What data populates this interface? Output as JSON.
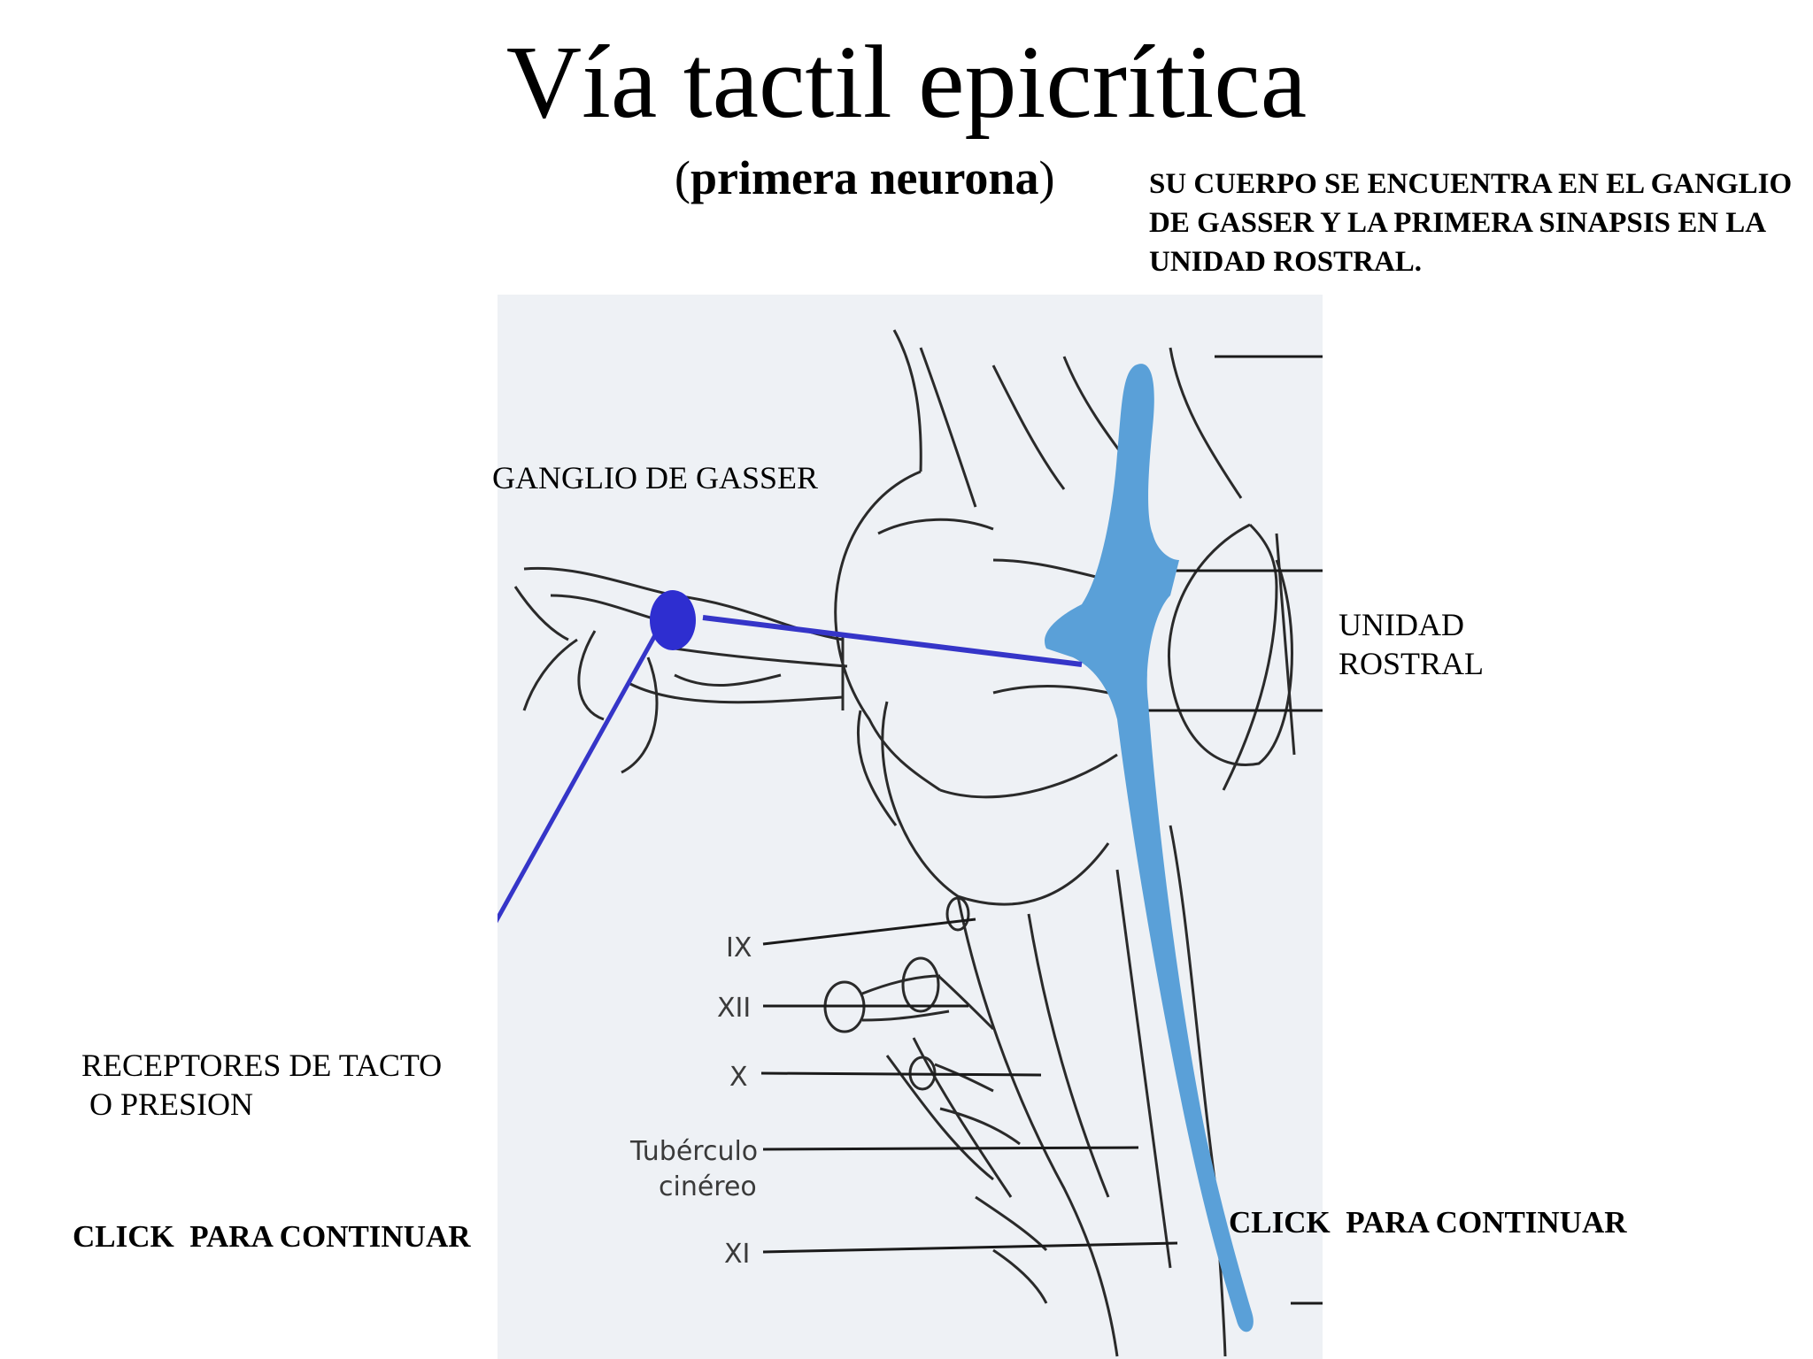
{
  "slide": {
    "title": "Vía tactil epicrítica",
    "subtitle": {
      "open": "(",
      "bold": "primera neurona",
      "close": ")"
    },
    "description": "SU CUERPO  SE ENCUENTRA EN EL GANGLIO DE GASSER Y LA PRIMERA  SINAPSIS EN LA UNIDAD ROSTRAL."
  },
  "labels": {
    "ganglio": "GANGLIO DE GASSER",
    "unidad": [
      "UNIDAD",
      "ROSTRAL"
    ],
    "receptores": [
      "RECEPTORES DE TACTO",
      " O PRESION"
    ]
  },
  "figure": {
    "nerve_labels": [
      "IX",
      "XII",
      "X",
      "Tubérculo",
      "cinéreo",
      "XI"
    ],
    "colors": {
      "background": "#eef1f5",
      "sketch": "#2a2a2a",
      "pathway_fill": "#5aa0d8",
      "neuron_line": "#3535c8",
      "neuron_body": "#2e2ed0"
    }
  },
  "buttons": {
    "click_left": "CLICK  PARA CONTINUAR",
    "click_right": "CLICK  PARA CONTINUAR"
  }
}
